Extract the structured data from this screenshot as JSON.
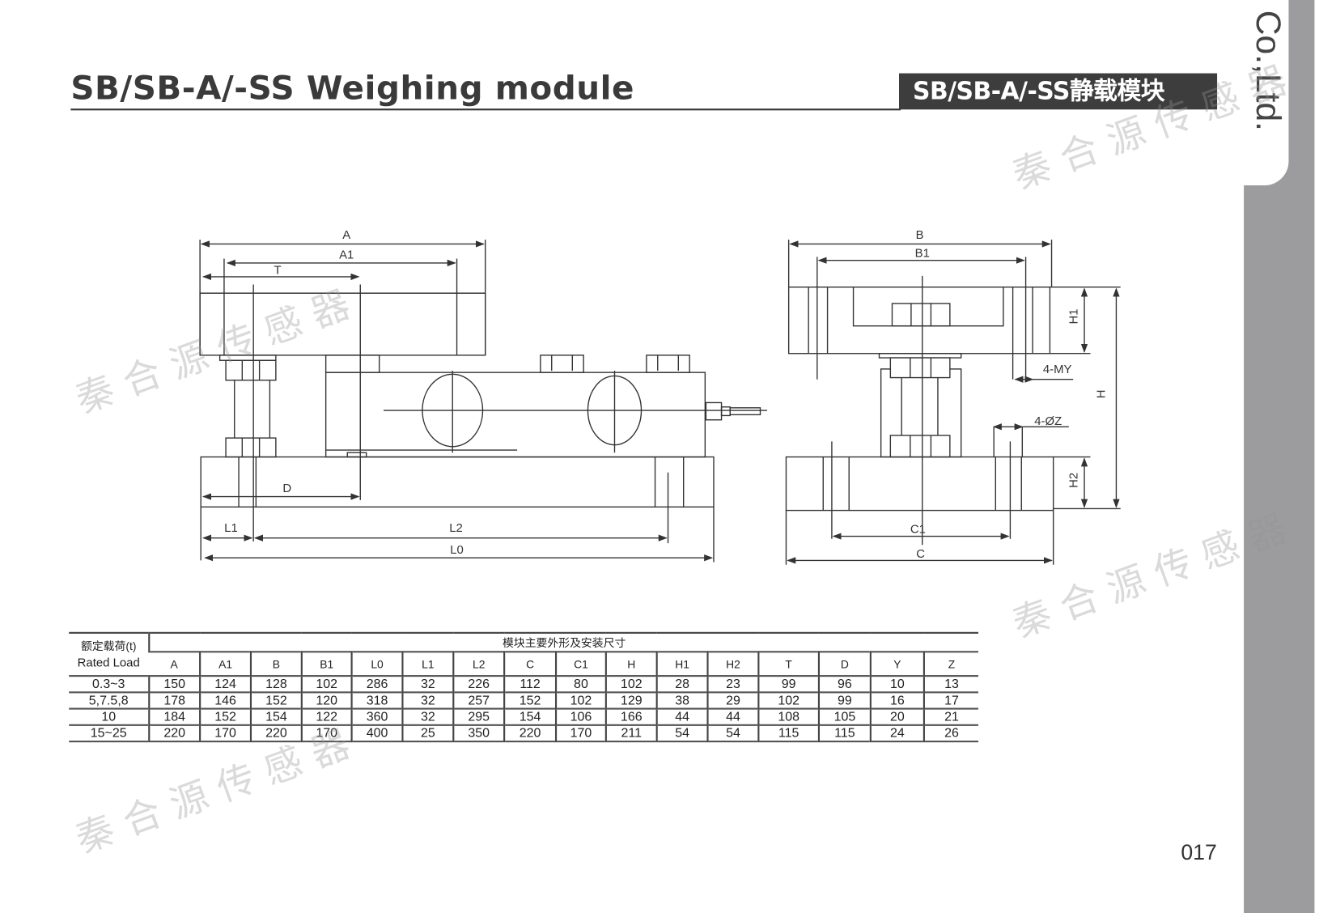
{
  "header": {
    "title": "SB/SB-A/-SS Weighing module",
    "cn_title": "SB/SB-A/-SS静载模块"
  },
  "side_tab": {
    "text": "Co.,Ltd."
  },
  "page_number": "017",
  "watermark": "秦合源传感器",
  "drawing_labels": {
    "side": {
      "A": "A",
      "A1": "A1",
      "T": "T",
      "D": "D",
      "L1": "L1",
      "L2": "L2",
      "L0": "L0"
    },
    "front": {
      "B": "B",
      "B1": "B1",
      "H1": "H1",
      "H": "H",
      "H2": "H2",
      "MY": "4-MY",
      "Z": "4-ØZ",
      "C1": "C1",
      "C": "C"
    }
  },
  "table": {
    "rated_load_cn": "额定载荷(t)",
    "rated_load_en": "Rated Load",
    "group_header": "模块主要外形及安装尺寸",
    "columns": [
      "A",
      "A1",
      "B",
      "B1",
      "L0",
      "L1",
      "L2",
      "C",
      "C1",
      "H",
      "H1",
      "H2",
      "T",
      "D",
      "Y",
      "Z"
    ],
    "rows": [
      {
        "load": "0.3~3",
        "values": [
          "150",
          "124",
          "128",
          "102",
          "286",
          "32",
          "226",
          "112",
          "80",
          "102",
          "28",
          "23",
          "99",
          "96",
          "10",
          "13"
        ]
      },
      {
        "load": "5,7.5,8",
        "values": [
          "178",
          "146",
          "152",
          "120",
          "318",
          "32",
          "257",
          "152",
          "102",
          "129",
          "38",
          "29",
          "102",
          "99",
          "16",
          "17"
        ]
      },
      {
        "load": "10",
        "values": [
          "184",
          "152",
          "154",
          "122",
          "360",
          "32",
          "295",
          "154",
          "106",
          "166",
          "44",
          "44",
          "108",
          "105",
          "20",
          "21"
        ]
      },
      {
        "load": "15~25",
        "values": [
          "220",
          "170",
          "220",
          "170",
          "400",
          "25",
          "350",
          "220",
          "170",
          "211",
          "54",
          "54",
          "115",
          "115",
          "24",
          "26"
        ]
      }
    ]
  }
}
